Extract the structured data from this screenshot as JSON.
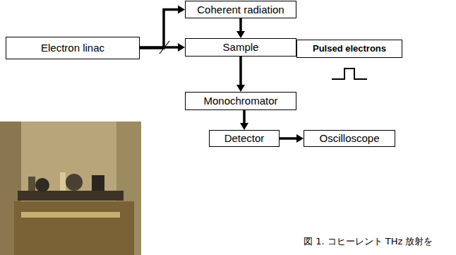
{
  "diagram": {
    "nodes": [
      {
        "text": [
          "Electron linac"
        ]
      },
      {
        "text": [
          "Coherent radiation"
        ]
      },
      {
        "text": [
          "Sample"
        ]
      },
      {
        "text": [
          "Pulsed electrons"
        ]
      },
      {
        "text": [
          "Monochromator"
        ]
      },
      {
        "text": [
          "Detector"
        ]
      },
      {
        "text": [
          "Oscilloscope"
        ]
      }
    ],
    "edges": [
      {
        "from": 0,
        "to": 1,
        "arrow": "to"
      },
      {
        "from": 0,
        "to": 2,
        "arrow": "to"
      },
      {
        "from": 1,
        "to": 2,
        "arrow": "to"
      },
      {
        "from": 2,
        "to": 3,
        "arrow": "to"
      },
      {
        "from": 2,
        "to": 4,
        "arrow": "to"
      },
      {
        "from": 4,
        "to": 5,
        "arrow": "to"
      },
      {
        "from": 5,
        "to": 6,
        "arrow": "to"
      }
    ],
    "labels": [
      "図 1. コヒーレント THz 放射を"
    ]
  }
}
